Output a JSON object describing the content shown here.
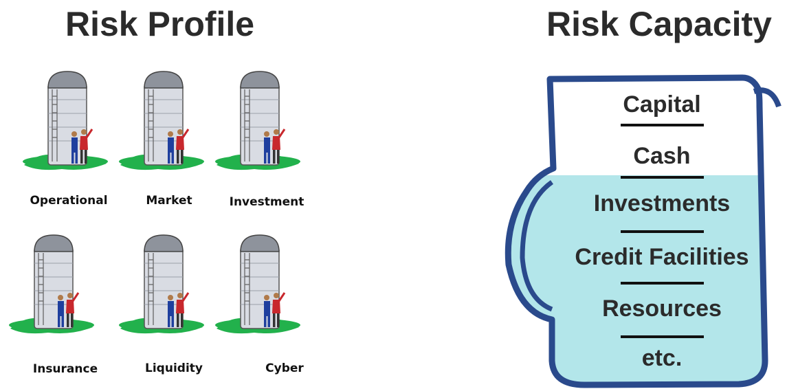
{
  "left_title": "Risk Profile",
  "right_title": "Risk Capacity",
  "silos": [
    {
      "label": "Operational"
    },
    {
      "label": "Market"
    },
    {
      "label": "Investment"
    },
    {
      "label": "Insurance"
    },
    {
      "label": "Liquidity"
    },
    {
      "label": "Cyber"
    }
  ],
  "jug_items": [
    {
      "label": "Capital"
    },
    {
      "label": "Cash"
    },
    {
      "label": "Investments"
    },
    {
      "label": "Credit Facilities"
    },
    {
      "label": "Resources"
    },
    {
      "label": "etc."
    }
  ],
  "colors": {
    "water": "#b3e6ea",
    "jug_outline": "#2a4a8c",
    "grass": "#22b14c",
    "silo_body": "#d9dce3",
    "silo_dome": "#8e939c",
    "text": "#2b2b2b"
  }
}
